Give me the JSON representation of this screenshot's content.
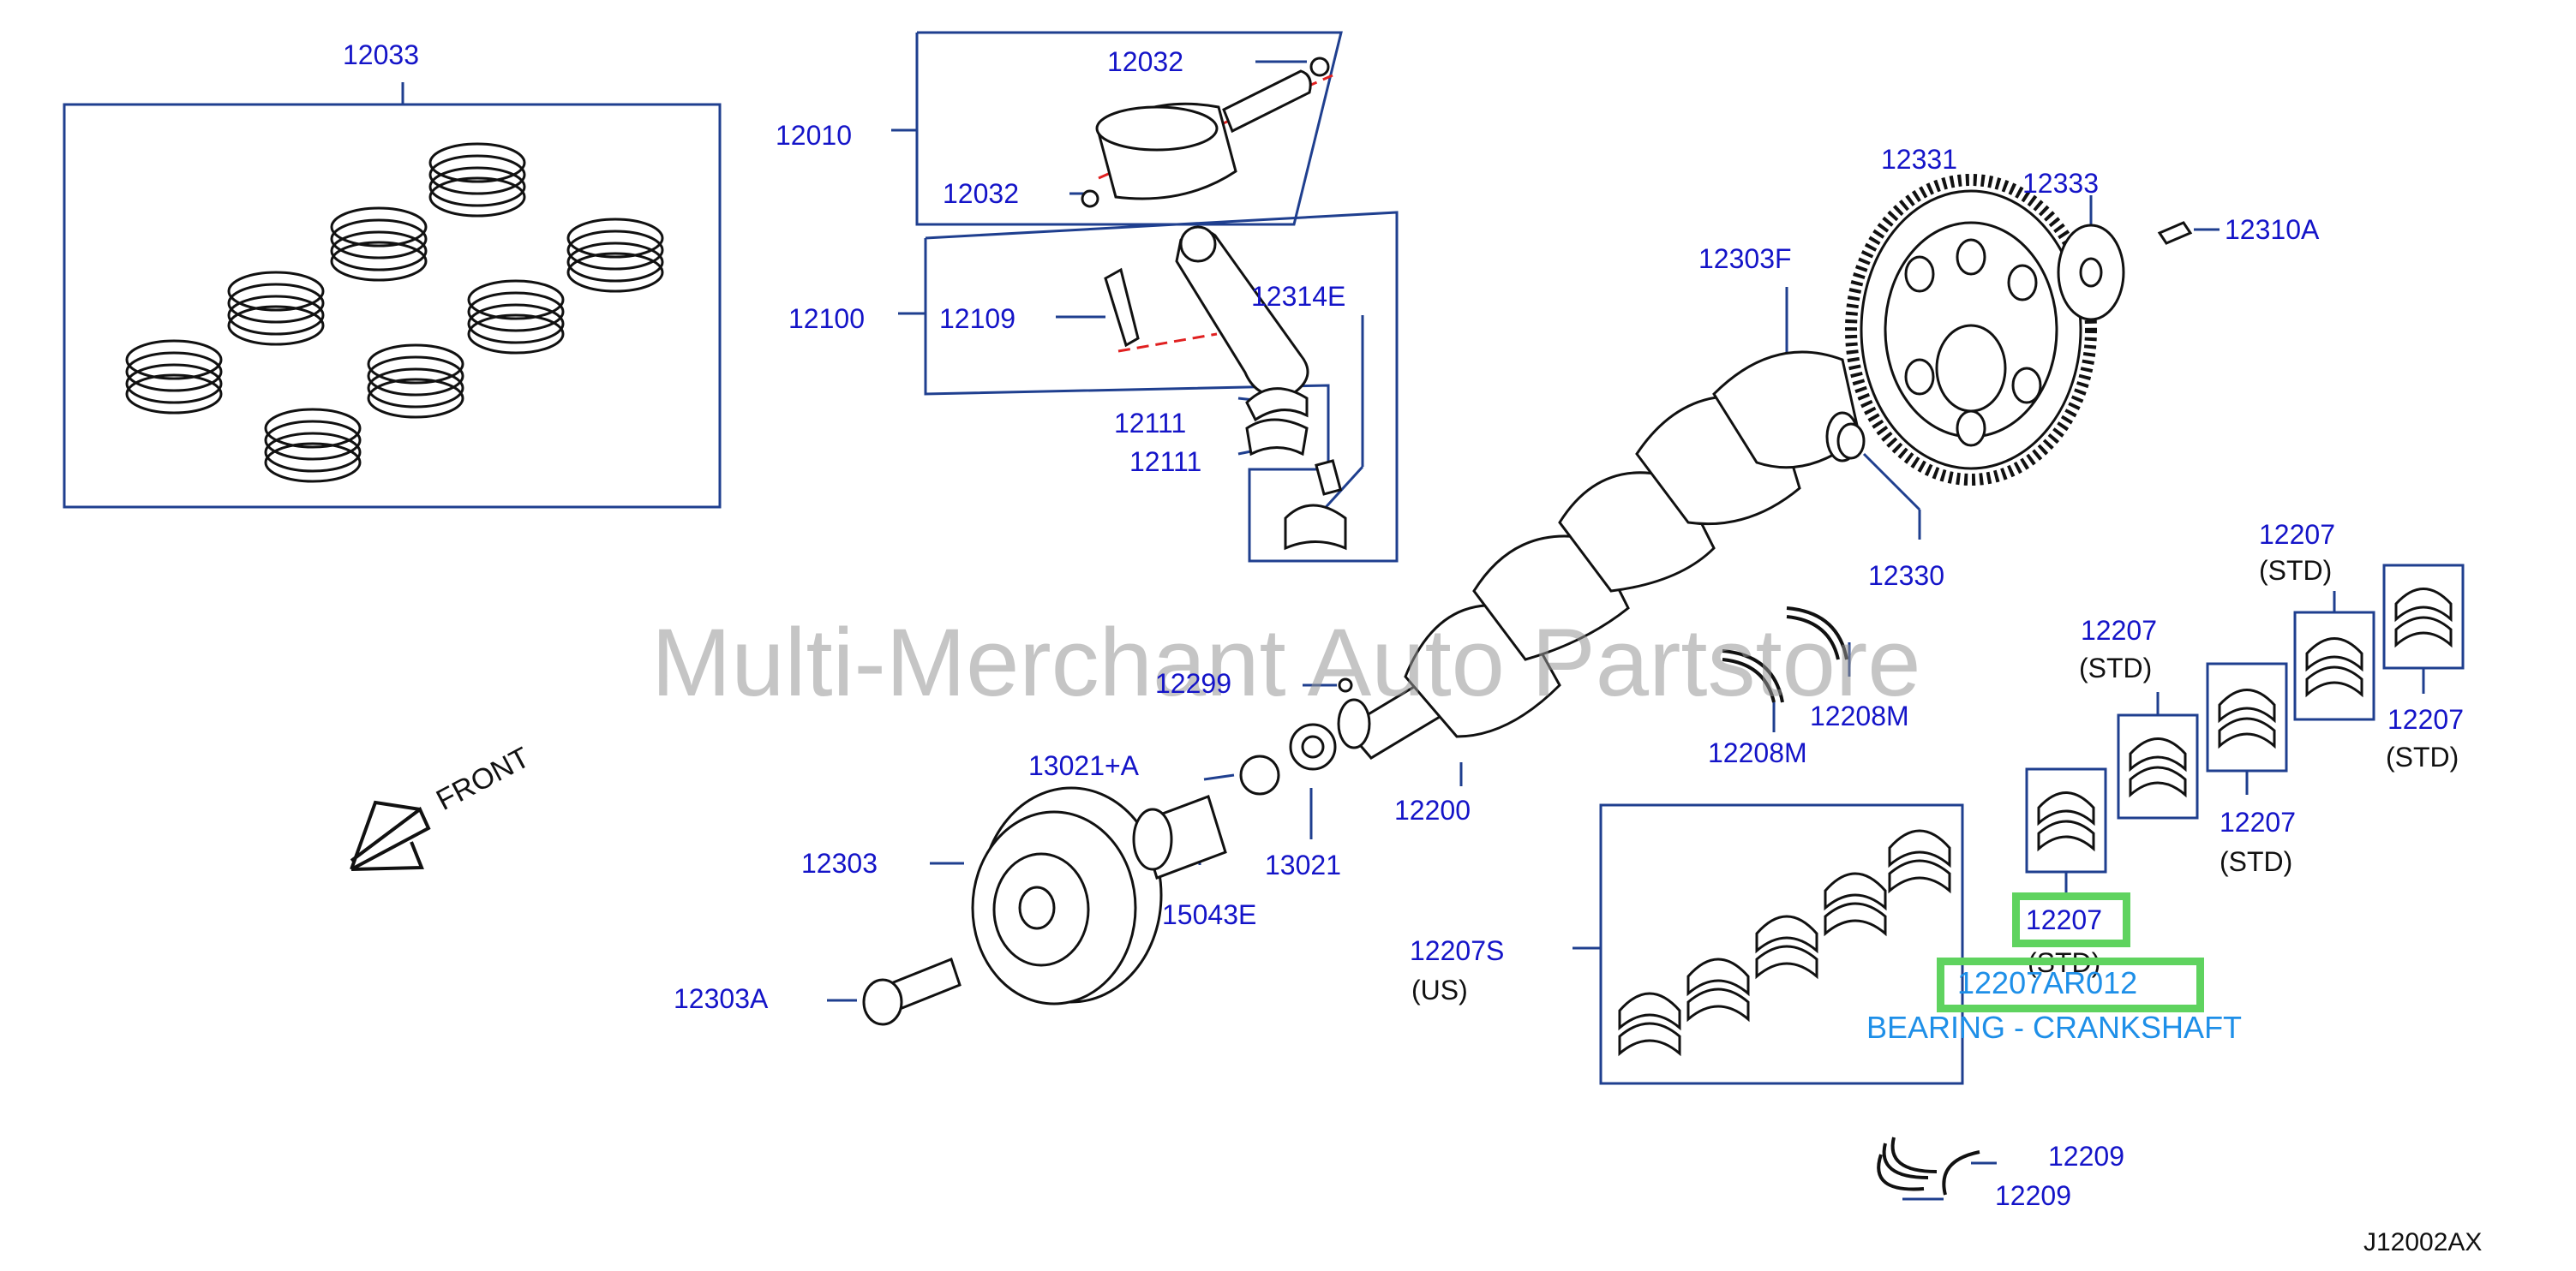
{
  "diagram": {
    "drawing_code": "J12002AX",
    "watermark": "Multi-Merchant Auto Partstore",
    "direction_label": "FRONT",
    "colors": {
      "callout": "#1414c8",
      "highlight": "#5fd35f",
      "description": "#1e8fe8",
      "frame": "#1f3f8f",
      "dashed": "#e02020"
    },
    "callouts": {
      "c12033": "12033",
      "c12010": "12010",
      "c12032a": "12032",
      "c12032b": "12032",
      "c12100": "12100",
      "c12109": "12109",
      "c12314E": "12314E",
      "c12111a": "12111",
      "c12111b": "12111",
      "c12303F": "12303F",
      "c12331": "12331",
      "c12333": "12333",
      "c12310A": "12310A",
      "c12330": "12330",
      "c12299": "12299",
      "c12208Ma": "12208M",
      "c12208Mb": "12208M",
      "c13021A": "13021+A",
      "c12200": "12200",
      "c12303": "12303",
      "c15043E": "15043E",
      "c13021": "13021",
      "c12303A": "12303A",
      "c12207S": "12207S",
      "c12207a": "12207",
      "c12207b": "12207",
      "c12207c": "12207",
      "c12207d": "12207",
      "c12207e": "12207",
      "c12209a": "12209",
      "c12209b": "12209"
    },
    "notes": {
      "us": "(US)",
      "std_a": "(STD)",
      "std_b": "(STD)",
      "std_c": "(STD)",
      "std_d": "(STD)",
      "std_e": "(STD)"
    },
    "highlight": {
      "part_number": "12207AR012",
      "description": "BEARING - CRANKSHAFT"
    }
  }
}
